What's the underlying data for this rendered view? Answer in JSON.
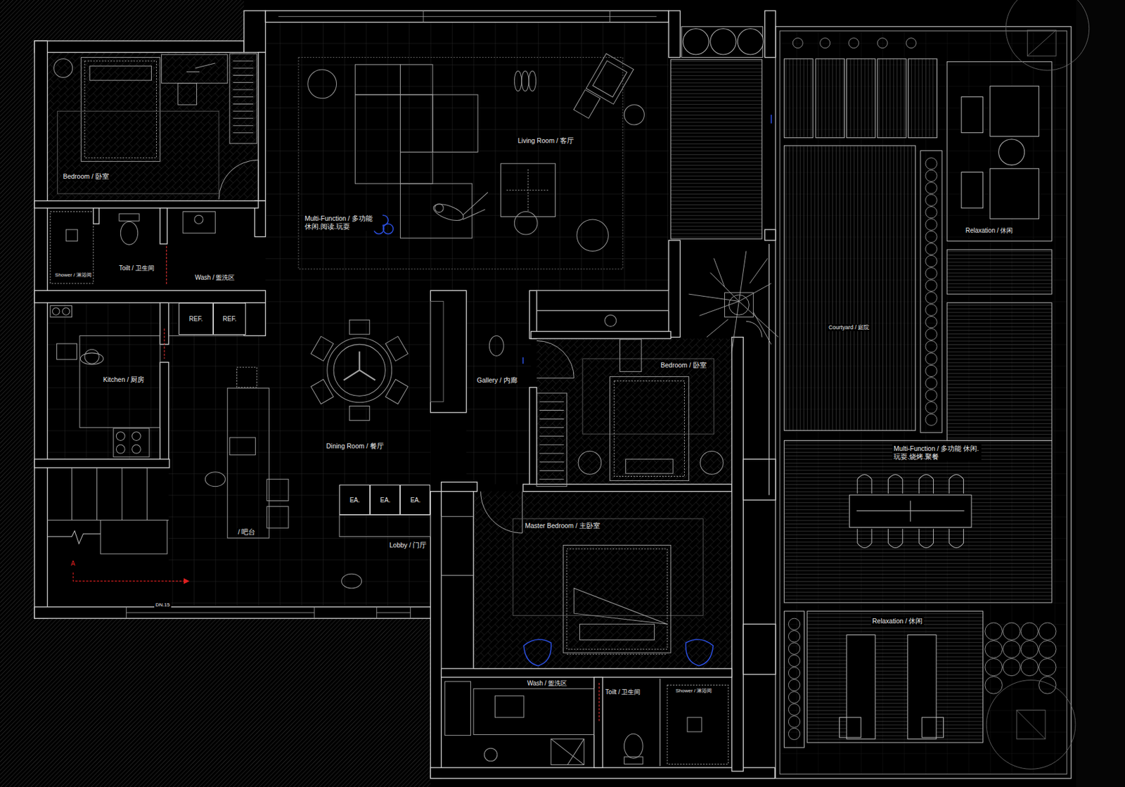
{
  "diagram": {
    "nodes": [
      {
        "text": [
          "REF."
        ]
      },
      {
        "text": [
          "REF."
        ]
      },
      {
        "text": [
          "EA."
        ]
      },
      {
        "text": [
          "EA."
        ]
      },
      {
        "text": [
          "EA."
        ]
      }
    ],
    "labels": [
      "Bedroom / 卧室",
      "Living Room / 客厅",
      "Multi-Function / 多功能 休闲.阅读.玩耍",
      "Shower / 淋浴间",
      "Toilt / 卫生间",
      "Wash / 盥洗区",
      "Courtyard / 庭院",
      "Relaxation / 休闲",
      "Kitchen / 厨房",
      "Gallery / 内廊",
      "Bedroom / 卧室",
      "Dining Room / 餐厅",
      "Multi-Function / 多功能 休闲.玩耍.烧烤.聚餐",
      "/ 吧台",
      "Master Bedroom / 主卧室",
      "Lobby / 门厅",
      "A",
      "DN.15",
      "Relaxation / 休闲",
      "Wash / 盥洗区",
      "Toilt / 卫生间",
      "Shower / 淋浴间"
    ]
  }
}
